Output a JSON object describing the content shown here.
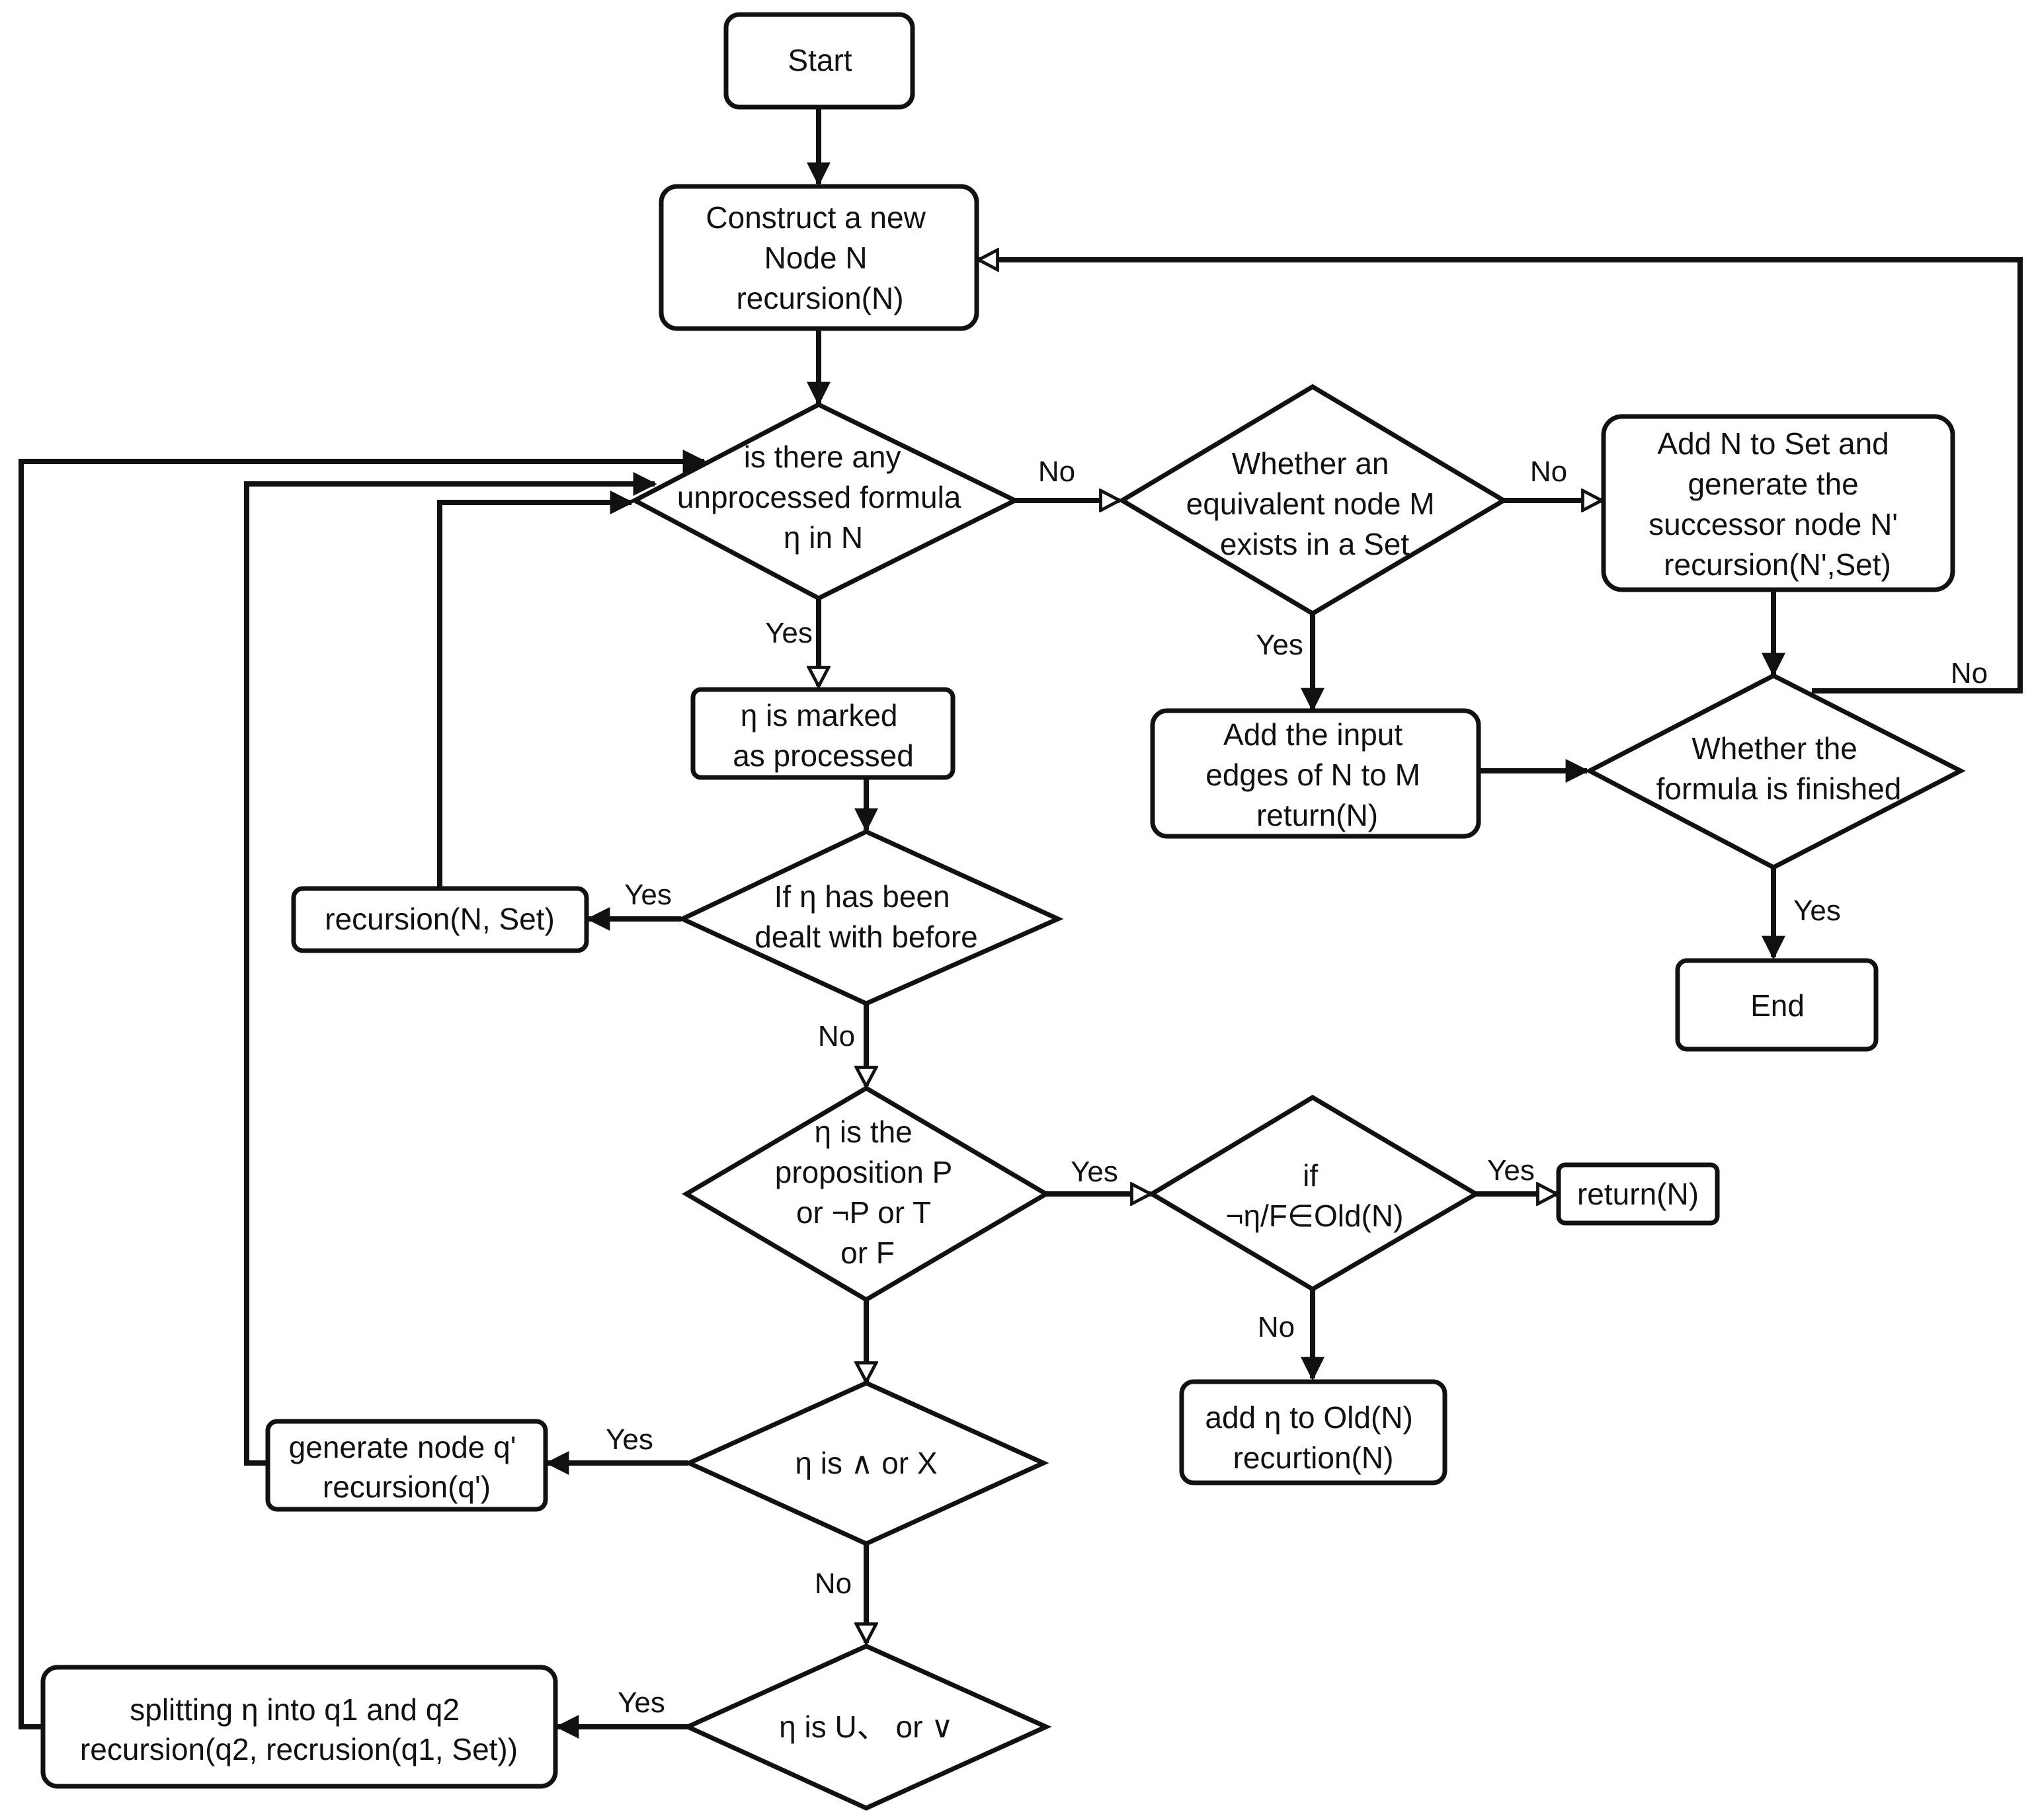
{
  "diagram": {
    "nodes": {
      "start": {
        "lines": [
          "Start"
        ]
      },
      "construct_node": {
        "lines": [
          "Construct a new",
          "Node N",
          "recursion(N)"
        ]
      },
      "unprocessed_check": {
        "lines": [
          "is there any",
          "unprocessed formula",
          "η in N"
        ]
      },
      "equivalent_check": {
        "lines": [
          "Whether an",
          "equivalent node M",
          "exists in a Set"
        ]
      },
      "add_to_set": {
        "lines": [
          "Add N to Set and",
          "generate the",
          "successor node N'",
          "recursion(N',Set)"
        ]
      },
      "mark_processed": {
        "lines": [
          "η is marked",
          "as processed"
        ]
      },
      "add_input_edges": {
        "lines": [
          "Add the input",
          "edges of N to M",
          "return(N)"
        ]
      },
      "formula_finished": {
        "lines": [
          "Whether the",
          "formula is finished"
        ]
      },
      "dealt_before": {
        "lines": [
          "If η has been",
          "dealt with before"
        ]
      },
      "recursion_set": {
        "lines": [
          "recursion(N, Set)"
        ]
      },
      "end": {
        "lines": [
          "End"
        ]
      },
      "proposition_check": {
        "lines": [
          "η is the",
          "proposition P",
          "or ¬P or T",
          "or F"
        ]
      },
      "old_check": {
        "lines": [
          "if",
          "¬η/F∈Old(N)"
        ]
      },
      "return_n": {
        "lines": [
          "return(N)"
        ]
      },
      "add_old": {
        "lines": [
          "add η to Old(N)",
          "recurtion(N)"
        ]
      },
      "and_x_check": {
        "lines": [
          "η is ∧ or X"
        ]
      },
      "generate_q": {
        "lines": [
          "generate node q'",
          "recursion(q')"
        ]
      },
      "u_or_check": {
        "lines": [
          "η is U、 or ∨"
        ]
      },
      "splitting": {
        "lines": [
          "splitting η into q1 and q2",
          "recursion(q2, recrusion(q1, Set))"
        ]
      }
    },
    "edge_labels": {
      "unprocessed_no": "No",
      "equivalent_no": "No",
      "unprocessed_yes": "Yes",
      "equivalent_yes": "Yes",
      "finished_no": "No",
      "dealt_yes": "Yes",
      "finished_yes": "Yes",
      "dealt_no": "No",
      "proposition_yes": "Yes",
      "old_yes": "Yes",
      "old_no": "No",
      "and_x_yes": "Yes",
      "and_x_no": "No",
      "u_or_yes": "Yes"
    }
  }
}
